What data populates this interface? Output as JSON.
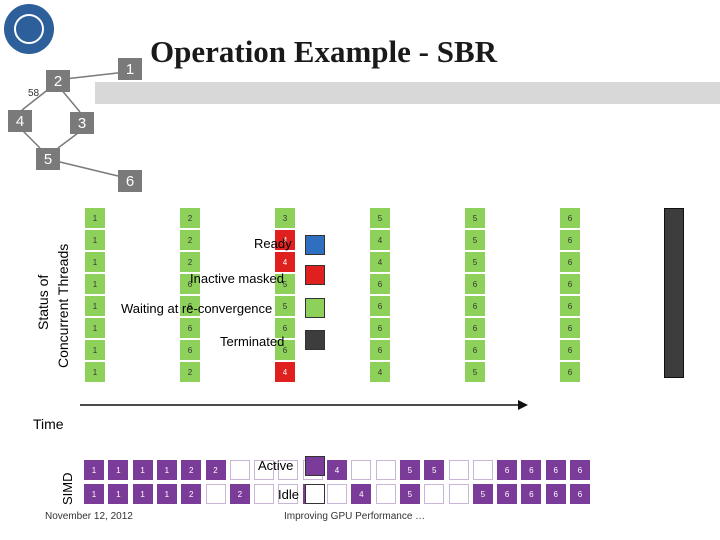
{
  "slide": {
    "title": "Operation Example - SBR",
    "slide_number": "58",
    "footer_date": "November 12, 2012",
    "footer_title": "Improving GPU Performance …"
  },
  "cfg": {
    "n1": "1",
    "n2": "2",
    "n3": "3",
    "n4": "4",
    "n5": "5",
    "n6": "6"
  },
  "axis": {
    "status_line1": "Status of",
    "status_line2": "Concurrent Threads",
    "time": "Time",
    "simd": "SIMD"
  },
  "legend": {
    "ready": "Ready",
    "inactive": "Inactive masked",
    "waiting": "Waiting at re-convergence",
    "terminated": "Terminated",
    "active": "Active",
    "idle": "Idle"
  },
  "colors": {
    "ready": "#2e6fc0",
    "inactive": "#e01f1f",
    "waiting": "#8ed15a",
    "terminated": "#3d3d3d",
    "active": "#7a3c98",
    "idle": "#ffffff"
  },
  "status_columns": [
    {
      "rows": [
        [
          "1",
          "waiting"
        ],
        [
          "1",
          "waiting"
        ],
        [
          "1",
          "waiting"
        ],
        [
          "1",
          "waiting"
        ],
        [
          "1",
          "waiting"
        ],
        [
          "1",
          "waiting"
        ],
        [
          "1",
          "waiting"
        ],
        [
          "1",
          "waiting"
        ]
      ]
    },
    {
      "rows": [
        [
          "2",
          "waiting"
        ],
        [
          "2",
          "waiting"
        ],
        [
          "2",
          "waiting"
        ],
        [
          "6",
          "waiting"
        ],
        [
          "6",
          "waiting"
        ],
        [
          "6",
          "waiting"
        ],
        [
          "6",
          "waiting"
        ],
        [
          "2",
          "waiting"
        ]
      ]
    },
    {
      "rows": [
        [
          "3",
          "waiting"
        ],
        [
          "4",
          "inactive"
        ],
        [
          "4",
          "inactive"
        ],
        [
          "5",
          "waiting"
        ],
        [
          "5",
          "waiting"
        ],
        [
          "6",
          "waiting"
        ],
        [
          "6",
          "waiting"
        ],
        [
          "4",
          "inactive"
        ]
      ]
    },
    {
      "rows": [
        [
          "5",
          "waiting"
        ],
        [
          "4",
          "waiting"
        ],
        [
          "4",
          "waiting"
        ],
        [
          "6",
          "waiting"
        ],
        [
          "6",
          "waiting"
        ],
        [
          "6",
          "waiting"
        ],
        [
          "6",
          "waiting"
        ],
        [
          "4",
          "waiting"
        ]
      ]
    },
    {
      "rows": [
        [
          "5",
          "waiting"
        ],
        [
          "5",
          "waiting"
        ],
        [
          "5",
          "waiting"
        ],
        [
          "6",
          "waiting"
        ],
        [
          "6",
          "waiting"
        ],
        [
          "6",
          "waiting"
        ],
        [
          "6",
          "waiting"
        ],
        [
          "5",
          "waiting"
        ]
      ]
    },
    {
      "rows": [
        [
          "6",
          "waiting"
        ],
        [
          "6",
          "waiting"
        ],
        [
          "6",
          "waiting"
        ],
        [
          "6",
          "waiting"
        ],
        [
          "6",
          "waiting"
        ],
        [
          "6",
          "waiting"
        ],
        [
          "6",
          "waiting"
        ],
        [
          "6",
          "waiting"
        ]
      ]
    }
  ],
  "simd_rows": [
    [
      "1",
      "1",
      "1",
      "1",
      "2",
      "2",
      "",
      "",
      "",
      "",
      "4",
      "",
      "",
      "5",
      "5",
      "",
      "",
      "6",
      "6",
      "6",
      "6"
    ],
    [
      "1",
      "1",
      "1",
      "1",
      "2",
      "",
      "2",
      "",
      "",
      "4",
      "",
      "4",
      "",
      "5",
      "",
      "",
      "5",
      "6",
      "6",
      "6",
      "6"
    ]
  ]
}
